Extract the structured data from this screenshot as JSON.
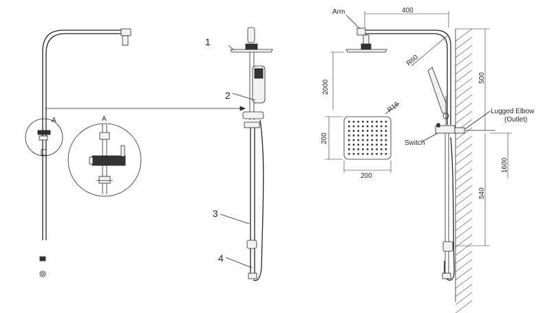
{
  "callouts": [
    "1",
    "2",
    "3",
    "4"
  ],
  "detail_label_a": "A",
  "detail_label_a_zoom": "A",
  "labels": {
    "arm": "Arm",
    "lugged_elbow_line1": "Lugged Elbow",
    "lugged_elbow_line2": "(Outlet)",
    "switch": "Switch"
  },
  "dimensions": {
    "arm_length": "400",
    "radius_bend": "R60",
    "height_head": "2000",
    "height_rail_top": "500",
    "head_radius": "R16",
    "head_width": "200",
    "head_height": "200",
    "height_elbow": "1600",
    "height_rail_lower": "540"
  },
  "colors": {
    "line": "#222222",
    "hatch": "#444444",
    "background": "#ffffff"
  }
}
